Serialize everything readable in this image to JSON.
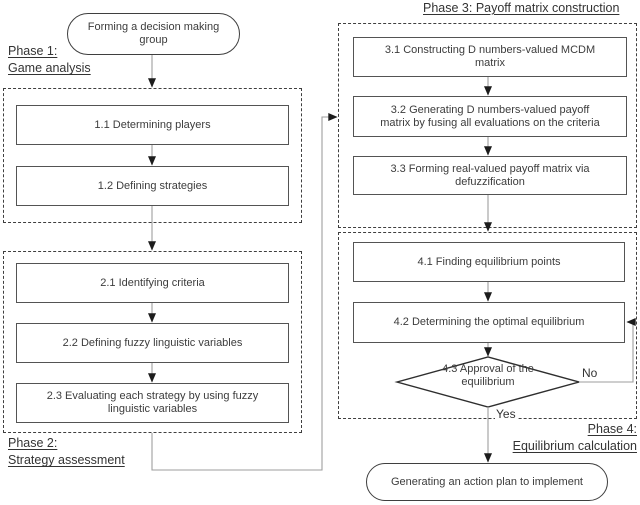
{
  "diagram": {
    "title_hint": "Four-phase fuzzy game decision making flowchart",
    "start_terminator": "Forming a decision making\ngroup",
    "end_terminator": "Generating an action plan to implement",
    "phase1": {
      "label": "Phase 1:\nGame analysis",
      "steps": [
        "1.1 Determining players",
        "1.2 Defining strategies"
      ]
    },
    "phase2": {
      "label": "Phase 2:\nStrategy assessment",
      "steps": [
        "2.1 Identifying criteria",
        "2.2 Defining fuzzy linguistic variables",
        "2.3 Evaluating each strategy by using fuzzy\nlinguistic variables"
      ]
    },
    "phase3": {
      "label": "Phase 3: Payoff matrix construction",
      "steps": [
        "3.1 Constructing D numbers-valued MCDM\nmatrix",
        "3.2 Generating D numbers-valued payoff\nmatrix by fusing all evaluations on the criteria",
        "3.3 Forming real-valued payoff matrix via\ndefuzzification"
      ]
    },
    "phase4": {
      "label": "Phase 4:\nEquilibrium calculation",
      "steps": [
        "4.1 Finding equilibrium points",
        "4.2 Determining the optimal equilibrium"
      ],
      "decision": "4.3 Approval of the\nequilibrium",
      "decision_yes_label": "Yes",
      "decision_no_label": "No"
    },
    "edges": [
      "start -> phase1",
      "1.1 -> 1.2",
      "phase1 -> phase2",
      "2.1 -> 2.2",
      "2.2 -> 2.3",
      "phase2 -> phase3",
      "3.1 -> 3.2",
      "3.2 -> 3.3",
      "phase3 -> phase4",
      "4.1 -> 4.2",
      "4.2 -> 4.3",
      "4.3 no -> 4.2",
      "4.3 yes -> end"
    ],
    "colors": {
      "box_border": "#545454",
      "dashed_border": "#3f3f3f",
      "connector_line": "#9e9e9e",
      "arrowhead": "#1c1c1c",
      "text": "#3c3c3c",
      "background": "#ffffff"
    }
  }
}
